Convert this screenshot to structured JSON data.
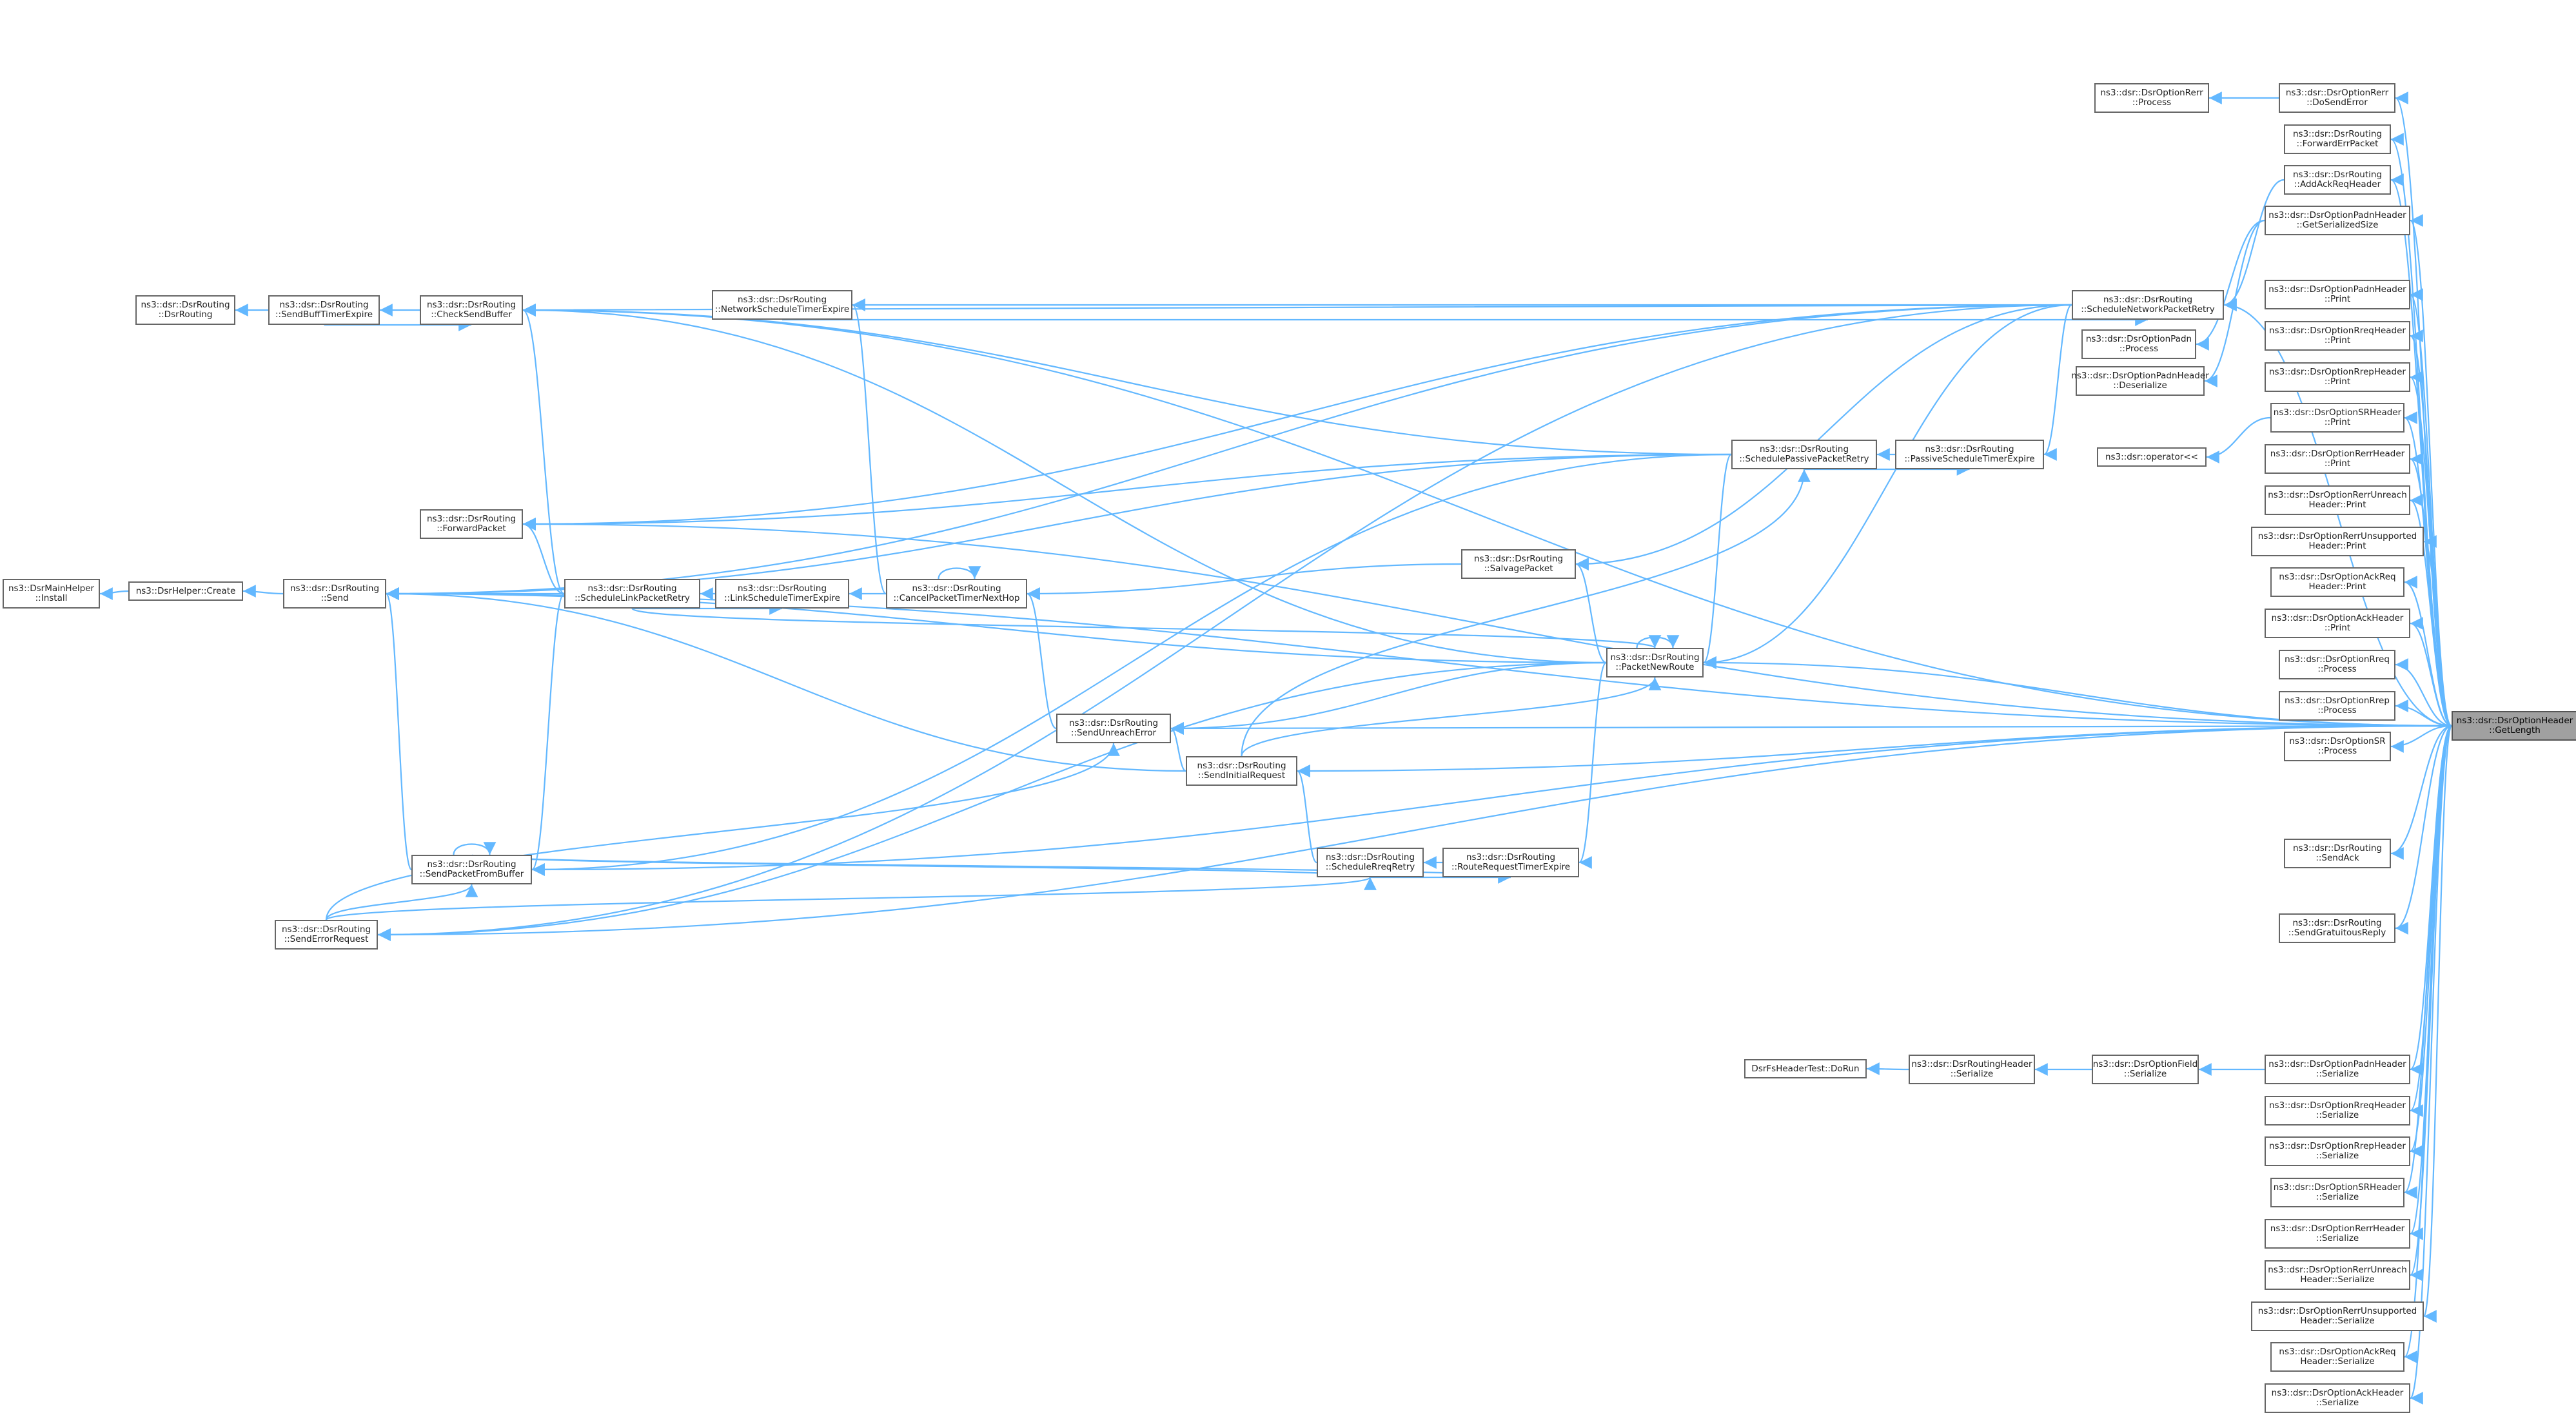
{
  "diagram": {
    "title": "",
    "edge_color": "#63b8ff",
    "target_fill": "#a0a0a0",
    "nodes": [
      {
        "id": "target",
        "lines": [
          "ns3::dsr::DsrOptionHeader",
          "::GetLength"
        ],
        "target": true
      },
      {
        "id": "rerrDoSendError",
        "lines": [
          "ns3::dsr::DsrOptionRerr",
          "::DoSendError"
        ]
      },
      {
        "id": "rerrProcess",
        "lines": [
          "ns3::dsr::DsrOptionRerr",
          "::Process"
        ]
      },
      {
        "id": "forwardErrPacket",
        "lines": [
          "ns3::dsr::DsrRouting",
          "::ForwardErrPacket"
        ]
      },
      {
        "id": "addAckReqHeader",
        "lines": [
          "ns3::dsr::DsrRouting",
          "::AddAckReqHeader"
        ]
      },
      {
        "id": "padnGetSerializedSize",
        "lines": [
          "ns3::dsr::DsrOptionPadnHeader",
          "::GetSerializedSize"
        ]
      },
      {
        "id": "padnPrint",
        "lines": [
          "ns3::dsr::DsrOptionPadnHeader",
          "::Print"
        ]
      },
      {
        "id": "rreqPrint",
        "lines": [
          "ns3::dsr::DsrOptionRreqHeader",
          "::Print"
        ]
      },
      {
        "id": "rrepPrint",
        "lines": [
          "ns3::dsr::DsrOptionRrepHeader",
          "::Print"
        ]
      },
      {
        "id": "srPrint",
        "lines": [
          "ns3::dsr::DsrOptionSRHeader",
          "::Print"
        ]
      },
      {
        "id": "rerrPrint",
        "lines": [
          "ns3::dsr::DsrOptionRerrHeader",
          "::Print"
        ]
      },
      {
        "id": "rerrUnreachPrint",
        "lines": [
          "ns3::dsr::DsrOptionRerrUnreach",
          "Header::Print"
        ]
      },
      {
        "id": "rerrUnsupportedPrint",
        "lines": [
          "ns3::dsr::DsrOptionRerrUnsupported",
          "Header::Print"
        ]
      },
      {
        "id": "ackReqPrint",
        "lines": [
          "ns3::dsr::DsrOptionAckReq",
          "Header::Print"
        ]
      },
      {
        "id": "ackPrint",
        "lines": [
          "ns3::dsr::DsrOptionAckHeader",
          "::Print"
        ]
      },
      {
        "id": "rreqProcess",
        "lines": [
          "ns3::dsr::DsrOptionRreq",
          "::Process"
        ]
      },
      {
        "id": "rrepProcess",
        "lines": [
          "ns3::dsr::DsrOptionRrep",
          "::Process"
        ]
      },
      {
        "id": "srProcess",
        "lines": [
          "ns3::dsr::DsrOptionSR",
          "::Process"
        ]
      },
      {
        "id": "sendAck",
        "lines": [
          "ns3::dsr::DsrRouting",
          "::SendAck"
        ]
      },
      {
        "id": "sendGratuitousReply",
        "lines": [
          "ns3::dsr::DsrRouting",
          "::SendGratuitousReply"
        ]
      },
      {
        "id": "padnSerialize",
        "lines": [
          "ns3::dsr::DsrOptionPadnHeader",
          "::Serialize"
        ]
      },
      {
        "id": "rreqSerialize",
        "lines": [
          "ns3::dsr::DsrOptionRreqHeader",
          "::Serialize"
        ]
      },
      {
        "id": "rrepSerialize",
        "lines": [
          "ns3::dsr::DsrOptionRrepHeader",
          "::Serialize"
        ]
      },
      {
        "id": "srSerialize",
        "lines": [
          "ns3::dsr::DsrOptionSRHeader",
          "::Serialize"
        ]
      },
      {
        "id": "rerrSerialize",
        "lines": [
          "ns3::dsr::DsrOptionRerrHeader",
          "::Serialize"
        ]
      },
      {
        "id": "rerrUnreachSerialize",
        "lines": [
          "ns3::dsr::DsrOptionRerrUnreach",
          "Header::Serialize"
        ]
      },
      {
        "id": "rerrUnsupportedSerialize",
        "lines": [
          "ns3::dsr::DsrOptionRerrUnsupported",
          "Header::Serialize"
        ]
      },
      {
        "id": "ackReqSerialize",
        "lines": [
          "ns3::dsr::DsrOptionAckReq",
          "Header::Serialize"
        ]
      },
      {
        "id": "ackSerialize",
        "lines": [
          "ns3::dsr::DsrOptionAckHeader",
          "::Serialize"
        ]
      },
      {
        "id": "scheduleNetworkPacketRetry",
        "lines": [
          "ns3::dsr::DsrRouting",
          "::ScheduleNetworkPacketRetry"
        ]
      },
      {
        "id": "padnProcess",
        "lines": [
          "ns3::dsr::DsrOptionPadn",
          "::Process"
        ]
      },
      {
        "id": "padnDeserialize",
        "lines": [
          "ns3::dsr::DsrOptionPadnHeader",
          "::Deserialize"
        ]
      },
      {
        "id": "passiveScheduleTimerExpire",
        "lines": [
          "ns3::dsr::DsrRouting",
          "::PassiveScheduleTimerExpire"
        ]
      },
      {
        "id": "operatorLshift",
        "lines": [
          "ns3::dsr::operator<<"
        ]
      },
      {
        "id": "schedulePassivePacketRetry",
        "lines": [
          "ns3::dsr::DsrRouting",
          "::SchedulePassivePacketRetry"
        ]
      },
      {
        "id": "salvagePacket",
        "lines": [
          "ns3::dsr::DsrRouting",
          "::SalvagePacket"
        ]
      },
      {
        "id": "packetNewRoute",
        "lines": [
          "ns3::dsr::DsrRouting",
          "::PacketNewRoute"
        ]
      },
      {
        "id": "networkScheduleTimerExpire",
        "lines": [
          "ns3::dsr::DsrRouting",
          "::NetworkScheduleTimerExpire"
        ]
      },
      {
        "id": "cancelPacketTimerNextHop",
        "lines": [
          "ns3::dsr::DsrRouting",
          "::CancelPacketTimerNextHop"
        ]
      },
      {
        "id": "linkScheduleTimerExpire",
        "lines": [
          "ns3::dsr::DsrRouting",
          "::LinkScheduleTimerExpire"
        ]
      },
      {
        "id": "scheduleLinkPacketRetry",
        "lines": [
          "ns3::dsr::DsrRouting",
          "::ScheduleLinkPacketRetry"
        ]
      },
      {
        "id": "checkSendBuffer",
        "lines": [
          "ns3::dsr::DsrRouting",
          "::CheckSendBuffer"
        ]
      },
      {
        "id": "sendBuffTimerExpire",
        "lines": [
          "ns3::dsr::DsrRouting",
          "::SendBuffTimerExpire"
        ]
      },
      {
        "id": "dsrRoutingCtor",
        "lines": [
          "ns3::dsr::DsrRouting",
          "::DsrRouting"
        ]
      },
      {
        "id": "forwardPacket",
        "lines": [
          "ns3::dsr::DsrRouting",
          "::ForwardPacket"
        ]
      },
      {
        "id": "send",
        "lines": [
          "ns3::dsr::DsrRouting",
          "::Send"
        ]
      },
      {
        "id": "helperCreate",
        "lines": [
          "ns3::DsrHelper::Create"
        ]
      },
      {
        "id": "mainHelperInstall",
        "lines": [
          "ns3::DsrMainHelper",
          "::Install"
        ]
      },
      {
        "id": "sendUnreachError",
        "lines": [
          "ns3::dsr::DsrRouting",
          "::SendUnreachError"
        ]
      },
      {
        "id": "sendInitialRequest",
        "lines": [
          "ns3::dsr::DsrRouting",
          "::SendInitialRequest"
        ]
      },
      {
        "id": "scheduleRreqRetry",
        "lines": [
          "ns3::dsr::DsrRouting",
          "::ScheduleRreqRetry"
        ]
      },
      {
        "id": "routeRequestTimerExpire",
        "lines": [
          "ns3::dsr::DsrRouting",
          "::RouteRequestTimerExpire"
        ]
      },
      {
        "id": "sendPacketFromBuffer",
        "lines": [
          "ns3::dsr::DsrRouting",
          "::SendPacketFromBuffer"
        ]
      },
      {
        "id": "sendErrorRequest",
        "lines": [
          "ns3::dsr::DsrRouting",
          "::SendErrorRequest"
        ]
      },
      {
        "id": "optionFieldSerialize",
        "lines": [
          "ns3::dsr::DsrOptionField",
          "::Serialize"
        ]
      },
      {
        "id": "routingHeaderSerialize",
        "lines": [
          "ns3::dsr::DsrRoutingHeader",
          "::Serialize"
        ]
      },
      {
        "id": "fsHeaderTestDoRun",
        "lines": [
          "DsrFsHeaderTest::DoRun"
        ]
      }
    ],
    "edges": [
      [
        "rerrProcess",
        "rerrDoSendError"
      ],
      [
        "padnProcess",
        "padnGetSerializedSize"
      ],
      [
        "padnDeserialize",
        "padnGetSerializedSize"
      ],
      [
        "operatorLshift",
        "srPrint"
      ],
      [
        "fsHeaderTestDoRun",
        "routingHeaderSerialize"
      ],
      [
        "routingHeaderSerialize",
        "optionFieldSerialize"
      ],
      [
        "optionFieldSerialize",
        "padnSerialize"
      ],
      [
        "mainHelperInstall",
        "helperCreate"
      ],
      [
        "helperCreate",
        "send"
      ],
      [
        "dsrRoutingCtor",
        "sendBuffTimerExpire"
      ],
      [
        "sendBuffTimerExpire",
        "checkSendBuffer"
      ],
      [
        "checkSendBuffer",
        "sendBuffTimerExpire"
      ],
      [
        "checkSendBuffer",
        "scheduleNetworkPacketRetry"
      ],
      [
        "scheduleNetworkPacketRetry",
        "addAckReqHeader"
      ],
      [
        "networkScheduleTimerExpire",
        "scheduleNetworkPacketRetry"
      ],
      [
        "scheduleNetworkPacketRetry",
        "networkScheduleTimerExpire"
      ],
      [
        "send",
        "scheduleNetworkPacketRetry"
      ],
      [
        "forwardPacket",
        "scheduleNetworkPacketRetry"
      ],
      [
        "passiveScheduleTimerExpire",
        "scheduleNetworkPacketRetry"
      ],
      [
        "salvagePacket",
        "scheduleNetworkPacketRetry"
      ],
      [
        "packetNewRoute",
        "scheduleNetworkPacketRetry"
      ],
      [
        "sendErrorRequest",
        "scheduleNetworkPacketRetry"
      ],
      [
        "schedulePassivePacketRetry",
        "passiveScheduleTimerExpire"
      ],
      [
        "passiveScheduleTimerExpire",
        "schedulePassivePacketRetry"
      ],
      [
        "send",
        "schedulePassivePacketRetry"
      ],
      [
        "forwardPacket",
        "schedulePassivePacketRetry"
      ],
      [
        "checkSendBuffer",
        "schedulePassivePacketRetry"
      ],
      [
        "packetNewRoute",
        "schedulePassivePacketRetry"
      ],
      [
        "sendPacketFromBuffer",
        "schedulePassivePacketRetry"
      ],
      [
        "cancelPacketTimerNextHop",
        "salvagePacket"
      ],
      [
        "networkScheduleTimerExpire",
        "cancelPacketTimerNextHop"
      ],
      [
        "cancelPacketTimerNextHop",
        "cancelPacketTimerNextHop"
      ],
      [
        "linkScheduleTimerExpire",
        "cancelPacketTimerNextHop"
      ],
      [
        "cancelPacketTimerNextHop",
        "sendUnreachError"
      ],
      [
        "scheduleLinkPacketRetry",
        "linkScheduleTimerExpire"
      ],
      [
        "linkScheduleTimerExpire",
        "scheduleLinkPacketRetry"
      ],
      [
        "send",
        "scheduleLinkPacketRetry"
      ],
      [
        "forwardPacket",
        "scheduleLinkPacketRetry"
      ],
      [
        "checkSendBuffer",
        "scheduleLinkPacketRetry"
      ],
      [
        "packetNewRoute",
        "scheduleLinkPacketRetry"
      ],
      [
        "sendPacketFromBuffer",
        "scheduleLinkPacketRetry"
      ],
      [
        "salvagePacket",
        "packetNewRoute"
      ],
      [
        "packetNewRoute",
        "packetNewRoute"
      ],
      [
        "checkSendBuffer",
        "packetNewRoute"
      ],
      [
        "send",
        "packetNewRoute"
      ],
      [
        "sendUnreachError",
        "packetNewRoute"
      ],
      [
        "routeRequestTimerExpire",
        "packetNewRoute"
      ],
      [
        "sendErrorRequest",
        "packetNewRoute"
      ],
      [
        "packetNewRoute",
        "sendInitialRequest"
      ],
      [
        "schedulePassivePacketRetry",
        "sendInitialRequest"
      ],
      [
        "sendUnreachError",
        "sendInitialRequest"
      ],
      [
        "send",
        "sendInitialRequest"
      ],
      [
        "sendInitialRequest",
        "scheduleRreqRetry"
      ],
      [
        "scheduleRreqRetry",
        "routeRequestTimerExpire"
      ],
      [
        "routeRequestTimerExpire",
        "scheduleRreqRetry"
      ],
      [
        "scheduleRreqRetry",
        "sendPacketFromBuffer"
      ],
      [
        "routeRequestTimerExpire",
        "sendPacketFromBuffer"
      ],
      [
        "sendPacketFromBuffer",
        "sendPacketFromBuffer"
      ],
      [
        "send",
        "sendPacketFromBuffer"
      ],
      [
        "sendPacketFromBuffer",
        "sendErrorRequest"
      ],
      [
        "scheduleRreqRetry",
        "sendErrorRequest"
      ],
      [
        "sendUnreachError",
        "sendErrorRequest"
      ],
      [
        "checkSendBuffer",
        "target"
      ],
      [
        "send",
        "target"
      ],
      [
        "forwardPacket",
        "target"
      ],
      [
        "scheduleNetworkPacketRetry",
        "target"
      ],
      [
        "packetNewRoute",
        "target"
      ],
      [
        "sendUnreachError",
        "target"
      ],
      [
        "sendInitialRequest",
        "target"
      ],
      [
        "sendPacketFromBuffer",
        "target"
      ],
      [
        "sendErrorRequest",
        "target"
      ],
      [
        "rerrDoSendError",
        "target"
      ],
      [
        "forwardErrPacket",
        "target"
      ],
      [
        "addAckReqHeader",
        "target"
      ],
      [
        "padnGetSerializedSize",
        "target"
      ],
      [
        "padnPrint",
        "target"
      ],
      [
        "rreqPrint",
        "target"
      ],
      [
        "rrepPrint",
        "target"
      ],
      [
        "srPrint",
        "target"
      ],
      [
        "rerrPrint",
        "target"
      ],
      [
        "rerrUnreachPrint",
        "target"
      ],
      [
        "rerrUnsupportedPrint",
        "target"
      ],
      [
        "ackReqPrint",
        "target"
      ],
      [
        "ackPrint",
        "target"
      ],
      [
        "rreqProcess",
        "target"
      ],
      [
        "rrepProcess",
        "target"
      ],
      [
        "srProcess",
        "target"
      ],
      [
        "sendAck",
        "target"
      ],
      [
        "sendGratuitousReply",
        "target"
      ],
      [
        "padnSerialize",
        "target"
      ],
      [
        "rreqSerialize",
        "target"
      ],
      [
        "rrepSerialize",
        "target"
      ],
      [
        "srSerialize",
        "target"
      ],
      [
        "rerrSerialize",
        "target"
      ],
      [
        "rerrUnreachSerialize",
        "target"
      ],
      [
        "rerrUnsupportedSerialize",
        "target"
      ],
      [
        "ackReqSerialize",
        "target"
      ],
      [
        "ackSerialize",
        "target"
      ]
    ]
  }
}
